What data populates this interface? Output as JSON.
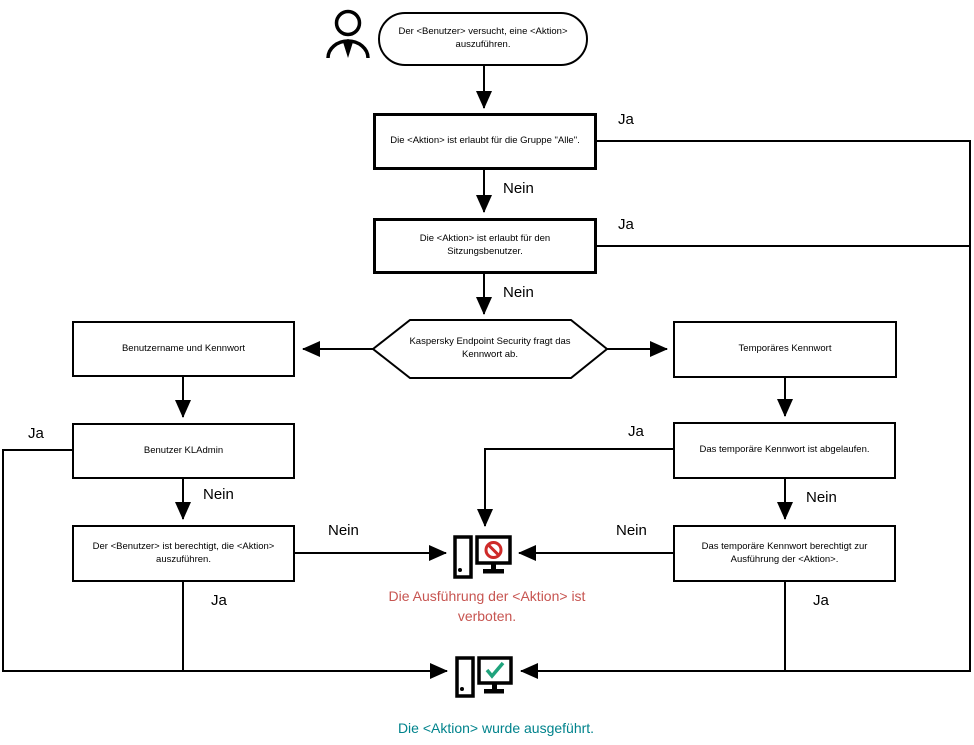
{
  "diagram": {
    "start_text": "Der <Benutzer> versucht, eine <Aktion> auszuführen.",
    "nodes": {
      "group_alle": "Die <Aktion> ist erlaubt für die Gruppe \"Alle\".",
      "session_user": "Die <Aktion> ist erlaubt für den Sitzungsbenutzer.",
      "password_prompt": "Kaspersky Endpoint Security fragt das Kennwort ab.",
      "username_password": "Benutzername und Kennwort",
      "temp_password": "Temporäres Kennwort",
      "kladmin": "Benutzer KLAdmin",
      "user_authorized": "Der <Benutzer> ist berechtigt, die <Aktion> auszuführen.",
      "temp_expired": "Das temporäre Kennwort ist abgelaufen.",
      "temp_authorizes": "Das temporäre Kennwort berechtigt zur Ausführung der <Aktion>."
    },
    "labels": {
      "ja": "Ja",
      "nein": "Nein"
    },
    "outcomes": {
      "denied": "Die Ausführung der <Aktion> ist verboten.",
      "executed": "Die <Aktion> wurde ausgeführt."
    },
    "icons": {
      "person": "person-icon",
      "denied_computer": "computer-prohibited-icon",
      "executed_computer": "computer-check-icon"
    },
    "colors": {
      "line": "#000000",
      "denied_text": "#C75551",
      "prohibition_sign": "#CE2A29",
      "executed_text": "#00838C",
      "checkmark": "#1FA37C"
    }
  }
}
